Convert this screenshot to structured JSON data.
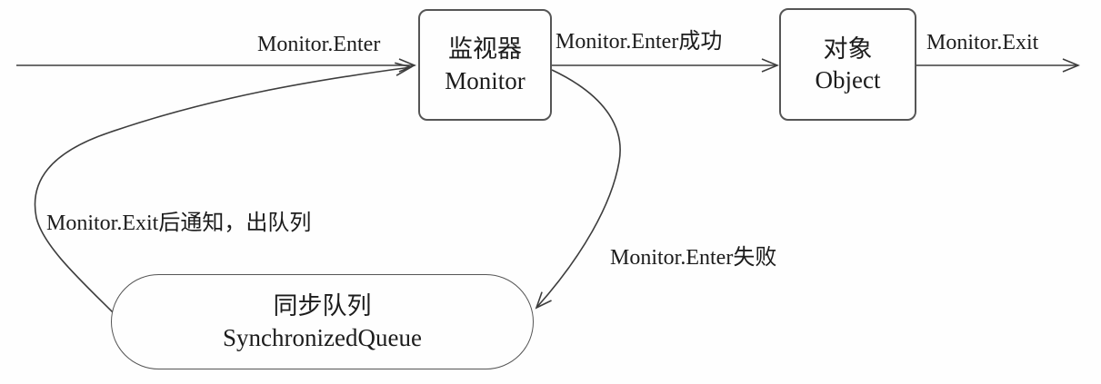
{
  "diagram": {
    "title": "Monitor synchronization flow",
    "colors": {
      "background": "#fefefe",
      "line": "#3d3d3d",
      "node_border": "#555555",
      "text": "#1c1c1c"
    },
    "nodes": {
      "monitor": {
        "line1": "监视器",
        "line2": "Monitor"
      },
      "object": {
        "line1": "对象",
        "line2": "Object"
      },
      "queue": {
        "line1": "同步队列",
        "line2": "SynchronizedQueue"
      }
    },
    "edges": {
      "enter": {
        "label": "Monitor.Enter"
      },
      "enter_success": {
        "label": "Monitor.Enter成功"
      },
      "exit": {
        "label": "Monitor.Exit"
      },
      "enter_fail": {
        "label": "Monitor.Enter失败"
      },
      "exit_notify": {
        "label": "Monitor.Exit后通知，出队列"
      }
    }
  }
}
